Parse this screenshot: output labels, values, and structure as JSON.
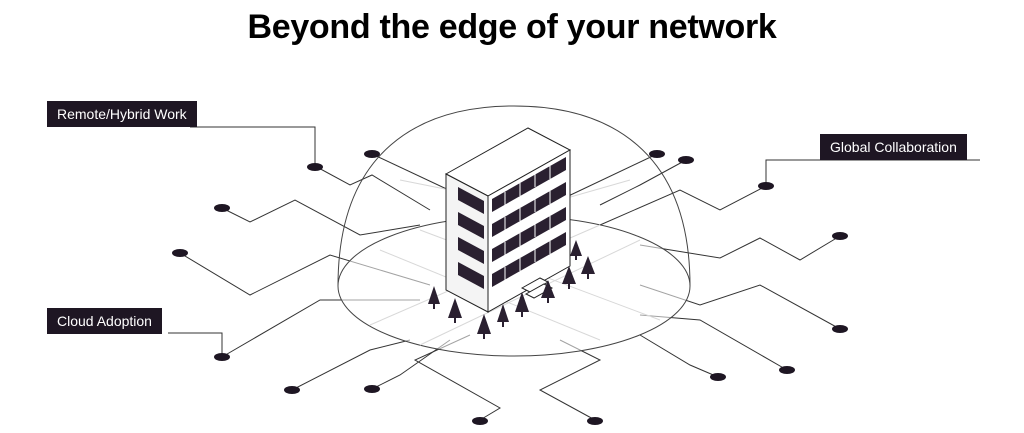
{
  "title": "Beyond the edge of your network",
  "labels": {
    "remote": "Remote/Hybrid Work",
    "global": "Global Collaboration",
    "cloud": "Cloud Adoption"
  },
  "icons": [
    "building-icon",
    "tree-icon",
    "endpoint-node-icon"
  ],
  "colors": {
    "label_bg": "#1e1623",
    "node": "#1e1623",
    "line": "#333333",
    "building_window": "#2a2030"
  }
}
